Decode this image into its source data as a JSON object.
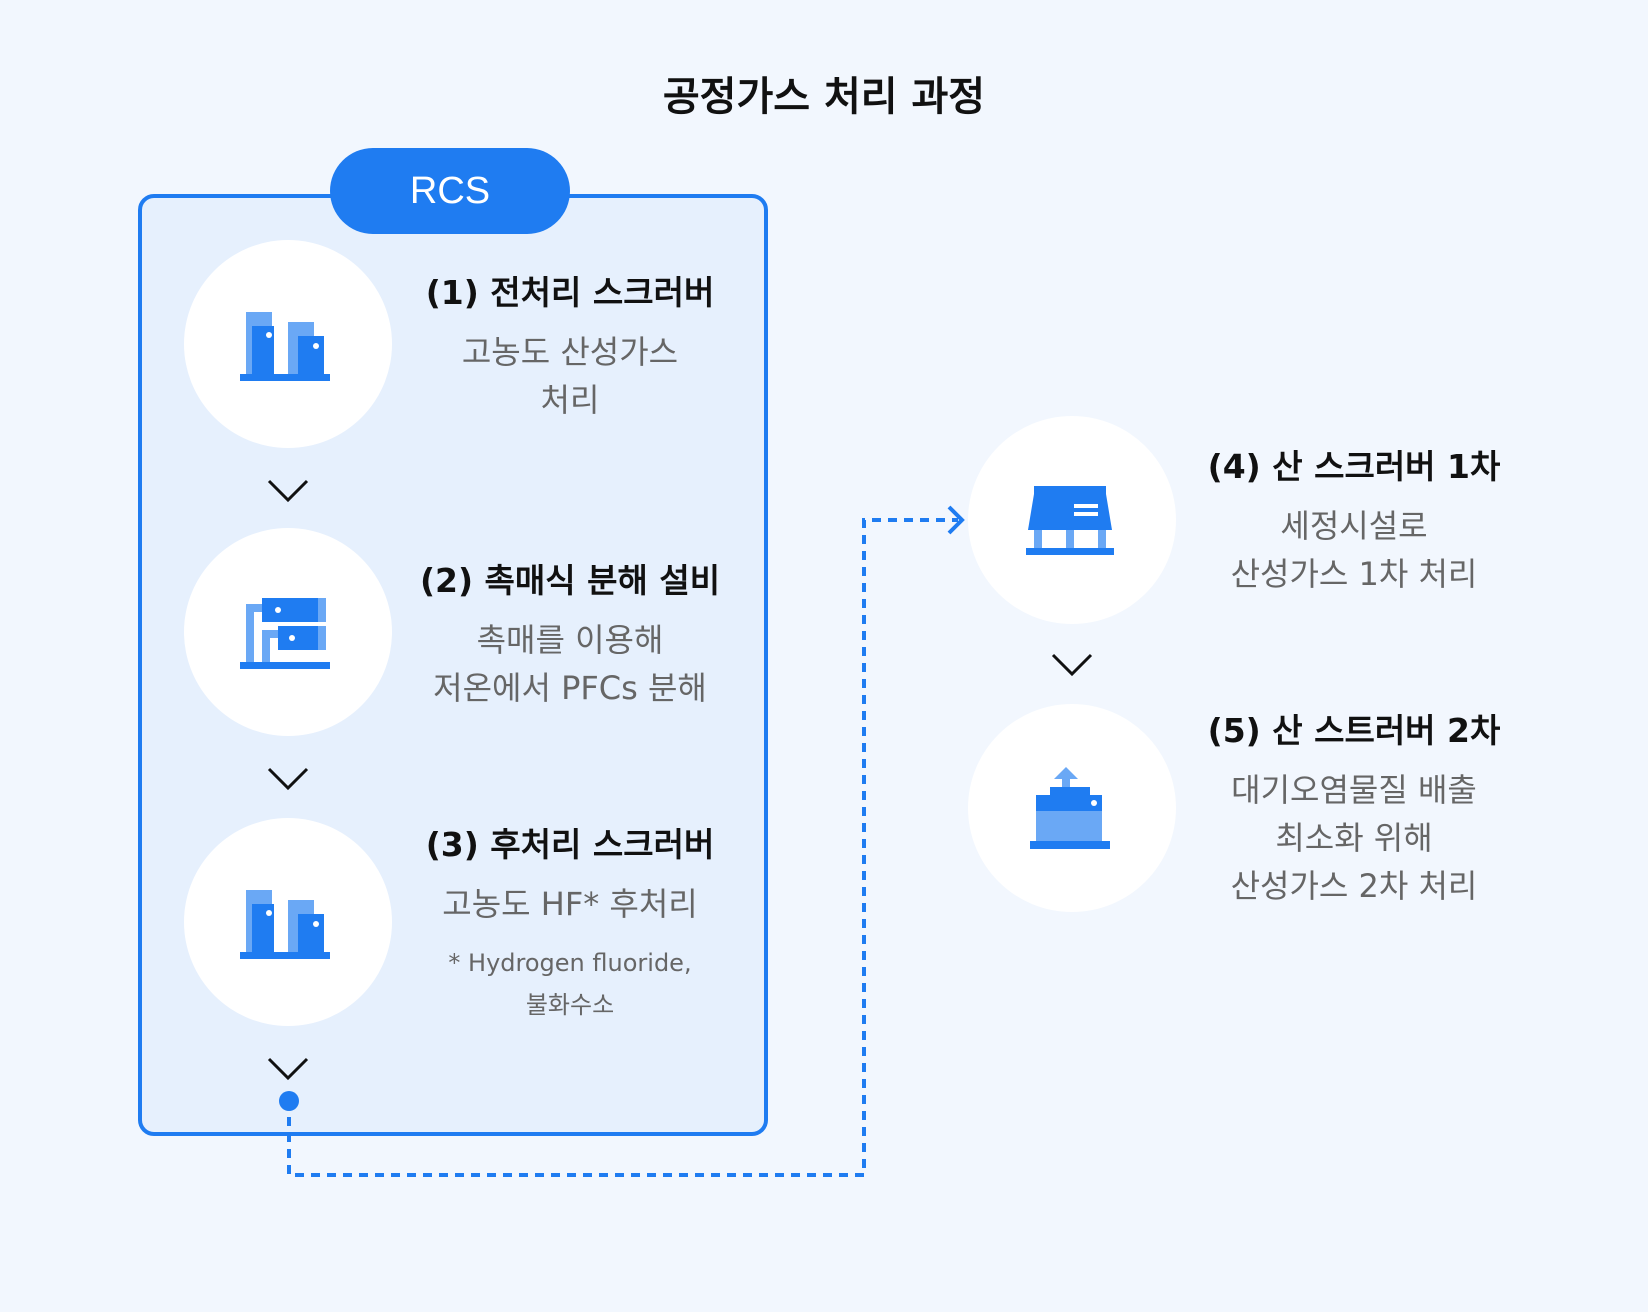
{
  "title": "공정가스 처리 과정",
  "group": {
    "label": "RCS"
  },
  "steps": [
    {
      "title": "(1) 전처리 스크러버",
      "desc": [
        "고농도 산성가스",
        "처리"
      ],
      "icon": "tank-icon"
    },
    {
      "title": "(2) 촉매식 분해 설비",
      "desc": [
        "촉매를 이용해",
        "저온에서 PFCs 분해"
      ],
      "icon": "catalyst-icon"
    },
    {
      "title": "(3) 후처리 스크러버",
      "desc": [
        "고농도 HF* 후처리"
      ],
      "note": [
        "* Hydrogen fluoride,",
        "불화수소"
      ],
      "icon": "tank-icon"
    },
    {
      "title": "(4) 산 스크러버 1차",
      "desc": [
        "세정시설로",
        "산성가스 1차 처리"
      ],
      "icon": "facility-icon"
    },
    {
      "title": "(5) 산 스트러버 2차",
      "desc": [
        "대기오염물질 배출",
        "최소화 위해",
        "산성가스 2차 처리"
      ],
      "icon": "emission-icon"
    }
  ],
  "colors": {
    "accent": "#1f7cf1",
    "light": "#6aa8f5",
    "background": "#f2f7fe",
    "box": "#e6f0fd"
  }
}
